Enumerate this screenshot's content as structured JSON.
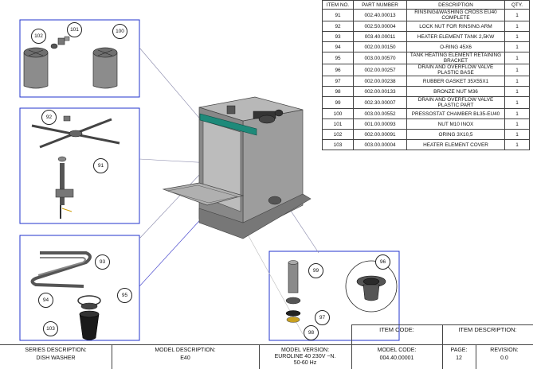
{
  "parts_table": {
    "headers": [
      "ITEM NO.",
      "PART NUMBER",
      "DESCRIPTION",
      "QTY."
    ],
    "rows": [
      {
        "item": "91",
        "part": "002.40.00013",
        "desc": "RINSING&WASHING CROSS EU40 COMPLETE",
        "qty": "1"
      },
      {
        "item": "92",
        "part": "002.50.00004",
        "desc": "LOCK NUT FOR RINSING ARM",
        "qty": "1"
      },
      {
        "item": "93",
        "part": "003.40.00011",
        "desc": "HEATER ELEMENT TANK 2,5KW",
        "qty": "1"
      },
      {
        "item": "94",
        "part": "002.00.00150",
        "desc": "O-RING 45X6",
        "qty": "1"
      },
      {
        "item": "95",
        "part": "003.00.00570",
        "desc": "TANK HEATING ELEMENT RETAINING BRACKET",
        "qty": "1"
      },
      {
        "item": "96",
        "part": "002.00.00257",
        "desc": "DRAIN AND OVERFLOW VALVE PLASTIC BASE",
        "qty": "1"
      },
      {
        "item": "97",
        "part": "002.00.00238",
        "desc": "RUBBER GASKET 35X55X1",
        "qty": "1"
      },
      {
        "item": "98",
        "part": "002.00.00133",
        "desc": "BRONZE NUT M36",
        "qty": "1"
      },
      {
        "item": "99",
        "part": "002.30.00007",
        "desc": "DRAIN AND OVERFLOW VALVE PLASTIC PART",
        "qty": "1"
      },
      {
        "item": "100",
        "part": "003.00.00552",
        "desc": "PRESSOSTAT CHAMBER BL35-EU40",
        "qty": "1"
      },
      {
        "item": "101",
        "part": "001.00.00093",
        "desc": "NUT M10 INOX",
        "qty": "1"
      },
      {
        "item": "102",
        "part": "002.00.00091",
        "desc": "ORING 3X10,5",
        "qty": "1"
      },
      {
        "item": "103",
        "part": "003.00.00004",
        "desc": "HEATER ELEMENT COVER",
        "qty": "1"
      }
    ]
  },
  "callouts": {
    "c91": "91",
    "c92": "92",
    "c93": "93",
    "c94": "94",
    "c95": "95",
    "c96": "96",
    "c97": "97",
    "c98": "98",
    "c99": "99",
    "c100": "100",
    "c101": "101",
    "c102": "102",
    "c103": "103"
  },
  "title_block": {
    "item_code_label": "ITEM CODE:",
    "item_description_label": "ITEM DESCRIPTION:",
    "series_label": "SERIES DESCRIPTION:",
    "series_value": "DISH WASHER",
    "model_desc_label": "MODEL DESCRIPTION:",
    "model_desc_value": "E40",
    "model_version_label": "MODEL VERSION:",
    "model_version_value": "EUROLINE 40 230V ~N. 50-60 Hz",
    "model_code_label": "MODEL CODE:",
    "model_code_value": "004.40.00001",
    "page_label": "PAGE:",
    "page_value": "12",
    "revision_label": "REVISION:",
    "revision_value": "0.0"
  },
  "colors": {
    "frame": "#2233cc",
    "accent": "#1e8a7a",
    "metal": "#9a9a9a"
  }
}
